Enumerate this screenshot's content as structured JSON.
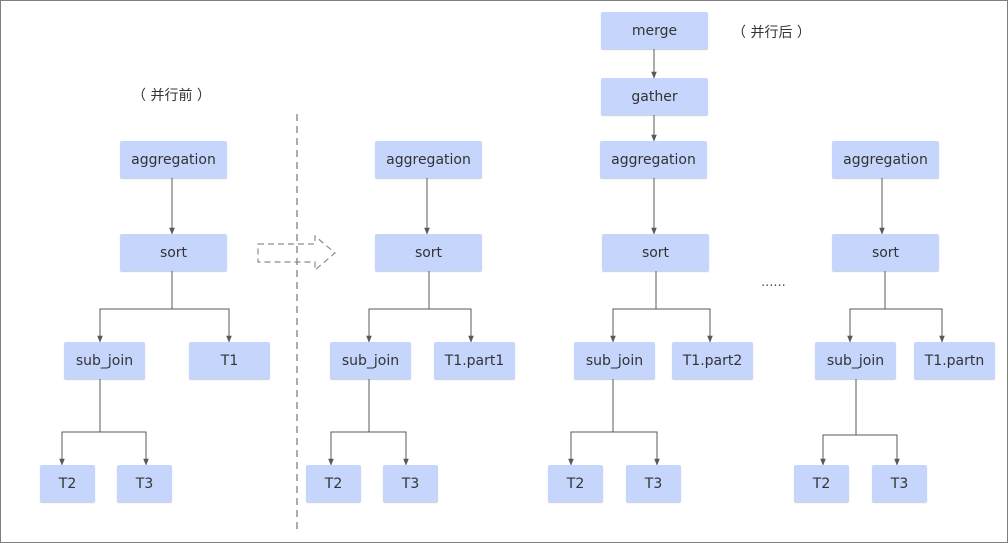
{
  "labels": {
    "before": "（ 并行前 ）",
    "after": "（ 并行后 ）",
    "ellipsis": "......"
  },
  "left_tree": {
    "aggregation": "aggregation",
    "sort": "sort",
    "sub_join": "sub_join",
    "t1": "T1",
    "t2": "T2",
    "t3": "T3"
  },
  "top": {
    "merge": "merge",
    "gather": "gather"
  },
  "parallel_trees": [
    {
      "aggregation": "aggregation",
      "sort": "sort",
      "sub_join": "sub_join",
      "part": "T1.part1",
      "t2": "T2",
      "t3": "T3"
    },
    {
      "aggregation": "aggregation",
      "sort": "sort",
      "sub_join": "sub_join",
      "part": "T1.part2",
      "t2": "T2",
      "t3": "T3"
    },
    {
      "aggregation": "aggregation",
      "sort": "sort",
      "sub_join": "sub_join",
      "part": "T1.partn",
      "t2": "T2",
      "t3": "T3"
    }
  ],
  "colors": {
    "node_fill": "#c5d5fb",
    "line": "#595959",
    "text": "#333333",
    "frame": "#7f7f7f"
  }
}
